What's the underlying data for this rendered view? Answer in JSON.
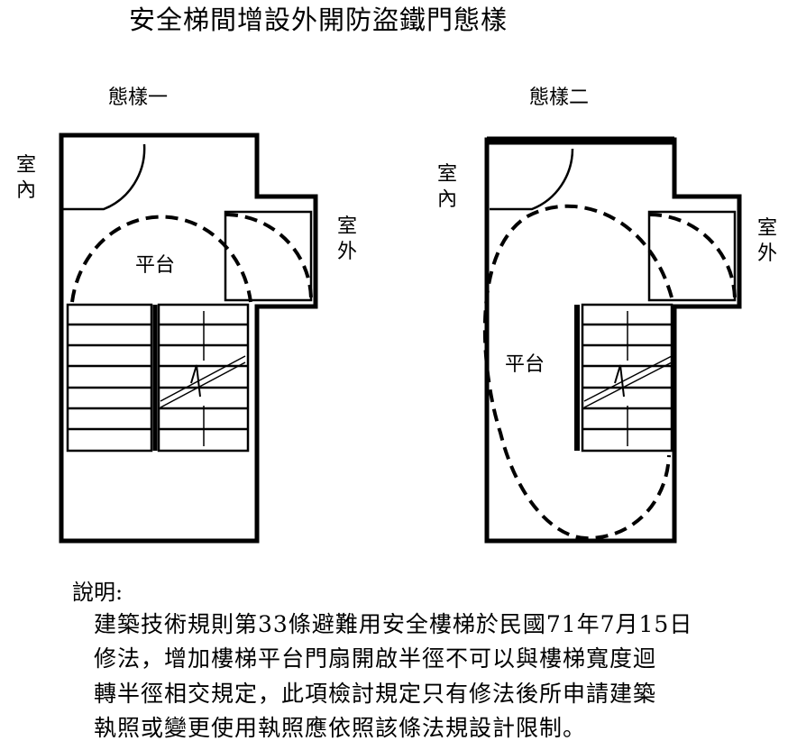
{
  "title": "安全梯間增設外開防盜鐵門態樣",
  "variants": [
    {
      "heading": "態樣一",
      "indoor": "室內",
      "outdoor": "室外",
      "landing": "平台"
    },
    {
      "heading": "態樣二",
      "indoor": "室內",
      "outdoor": "室外",
      "landing": "平台"
    }
  ],
  "notes": {
    "heading": "說明:",
    "lines": [
      "建築技術規則第33條避難用安全樓梯於民國71年7月15日",
      "修法，增加樓梯平台門扇開啟半徑不可以與樓梯寬度迴",
      "轉半徑相交規定，此項檢討規定只有修法後所申請建築",
      "執照或變更使用執照應依照該條法規設計限制。"
    ]
  }
}
